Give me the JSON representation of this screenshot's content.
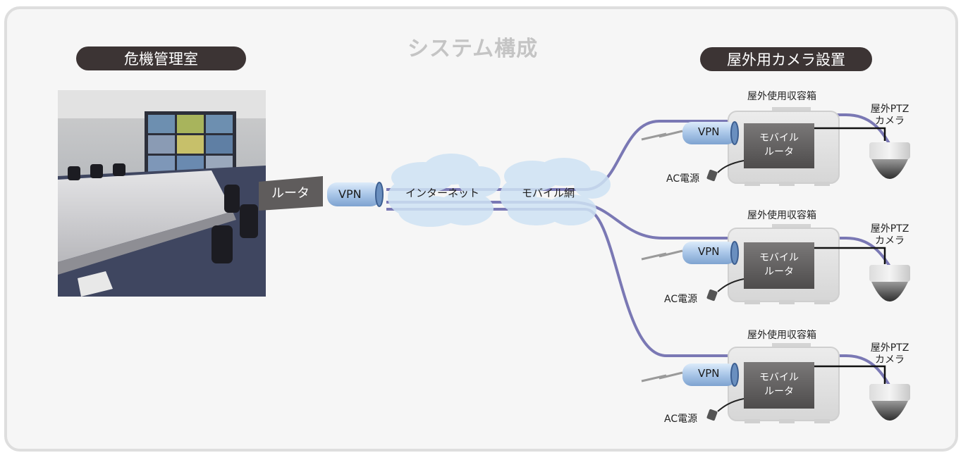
{
  "title": "システム構成",
  "headers": {
    "crisis_room": "危機管理室",
    "outdoor_install": "屋外用カメラ設置"
  },
  "center": {
    "router": "ルータ",
    "vpn": "VPN",
    "internet": "インターネット",
    "mobile_net": "モバイル網"
  },
  "sites": [
    {
      "box": "屋外使用収容箱",
      "vpn": "VPN",
      "router_line1": "モバイル",
      "router_line2": "ルータ",
      "power": "AC電源",
      "camera_line1": "屋外PTZ",
      "camera_line2": "カメラ"
    },
    {
      "box": "屋外使用収容箱",
      "vpn": "VPN",
      "router_line1": "モバイル",
      "router_line2": "ルータ",
      "power": "AC電源",
      "camera_line1": "屋外PTZ",
      "camera_line2": "カメラ"
    },
    {
      "box": "屋外使用収容箱",
      "vpn": "VPN",
      "router_line1": "モバイル",
      "router_line2": "ルータ",
      "power": "AC電源",
      "camera_line1": "屋外PTZ",
      "camera_line2": "カメラ"
    }
  ],
  "colors": {
    "line": "#7a78b4",
    "pill": "#3c3434",
    "router": "#5a5858",
    "vpn": "#a9c6e8",
    "cloud": "#cfe3f4"
  }
}
